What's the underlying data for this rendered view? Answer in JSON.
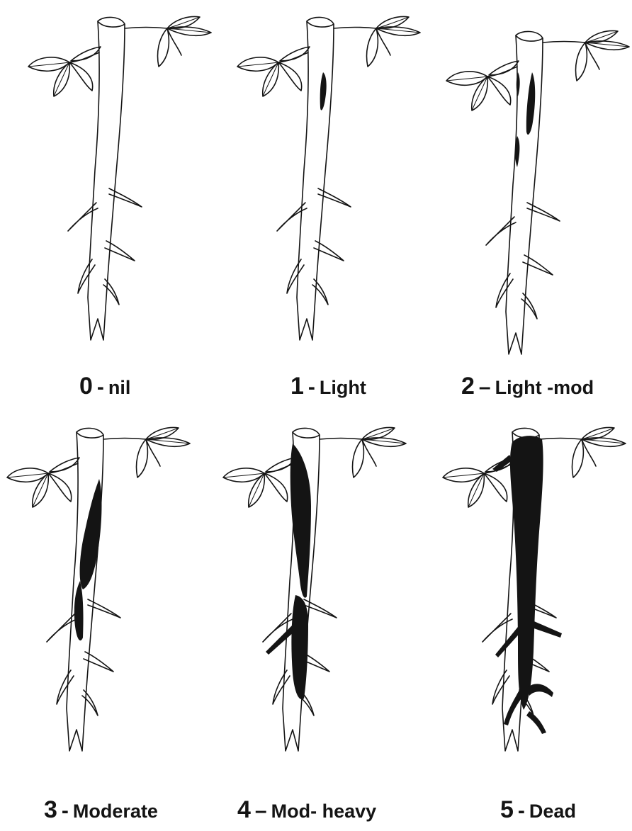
{
  "figure": {
    "ink_color": "#141414",
    "background_color": "#ffffff"
  },
  "panels": [
    {
      "score": "0",
      "sep": "-",
      "label": "nil"
    },
    {
      "score": "1",
      "sep": "-",
      "label": "Light"
    },
    {
      "score": "2",
      "sep": "–",
      "label": "Light -mod"
    },
    {
      "score": "3",
      "sep": "-",
      "label": "Moderate"
    },
    {
      "score": "4",
      "sep": "–",
      "label": "Mod- heavy"
    },
    {
      "score": "5",
      "sep": "-",
      "label": "Dead"
    }
  ]
}
